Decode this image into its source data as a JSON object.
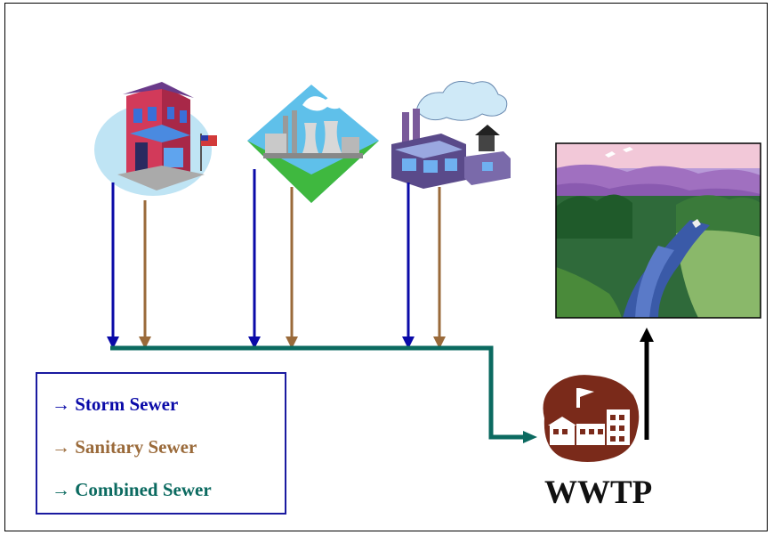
{
  "colors": {
    "storm": "#0a0aa8",
    "sanitary": "#9a6a3a",
    "combined": "#0b6a60",
    "effluent": "#000000",
    "legend_border": "#1a1aa0"
  },
  "icons": {
    "source_1": "storefront-building-icon",
    "source_2": "power-plant-icon",
    "source_3": "factory-icon",
    "treatment": "treatment-plant-icon",
    "receiving_water": "river-landscape-icon"
  },
  "legend": {
    "storm": "→ Storm Sewer",
    "sanitary": "→ Sanitary Sewer",
    "combined": "→ Combined Sewer"
  },
  "wwtp_label": "WWTP"
}
